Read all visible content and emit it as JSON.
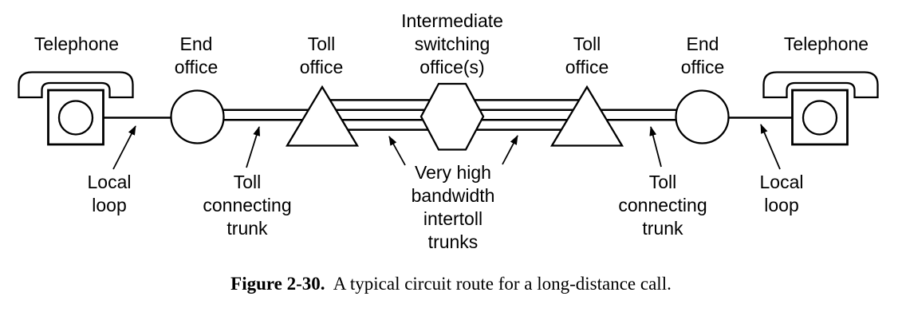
{
  "figure": {
    "type": "network-diagram",
    "top_labels": {
      "telephone_left": "Telephone",
      "end_office_left": "End\noffice",
      "toll_office_left": "Toll\noffice",
      "intermediate": "Intermediate\nswitching\noffice(s)",
      "toll_office_right": "Toll\noffice",
      "end_office_right": "End\noffice",
      "telephone_right": "Telephone"
    },
    "bottom_labels": {
      "local_loop_left": "Local\nloop",
      "toll_trunk_left": "Toll\nconnecting\ntrunk",
      "intertoll": "Very high\nbandwidth\nintertoll\ntrunks",
      "toll_trunk_right": "Toll\nconnecting\ntrunk",
      "local_loop_right": "Local\nloop"
    },
    "nodes": [
      {
        "shape": "telephone",
        "label": "Telephone"
      },
      {
        "shape": "circle",
        "label": "End office"
      },
      {
        "shape": "triangle",
        "label": "Toll office"
      },
      {
        "shape": "hexagon",
        "label": "Intermediate switching office(s)"
      },
      {
        "shape": "triangle",
        "label": "Toll office"
      },
      {
        "shape": "circle",
        "label": "End office"
      },
      {
        "shape": "telephone",
        "label": "Telephone"
      }
    ],
    "links": [
      {
        "name": "local loop",
        "lines": 1
      },
      {
        "name": "toll connecting trunk",
        "lines": 2
      },
      {
        "name": "very high bandwidth intertoll trunks",
        "lines": 4
      },
      {
        "name": "toll connecting trunk",
        "lines": 2
      },
      {
        "name": "local loop",
        "lines": 1
      }
    ]
  },
  "caption": {
    "figure_label": "Figure 2-30.",
    "text": "  A typical circuit route for a long-distance call."
  },
  "colors": {
    "ink": "#000000",
    "background": "#ffffff"
  }
}
